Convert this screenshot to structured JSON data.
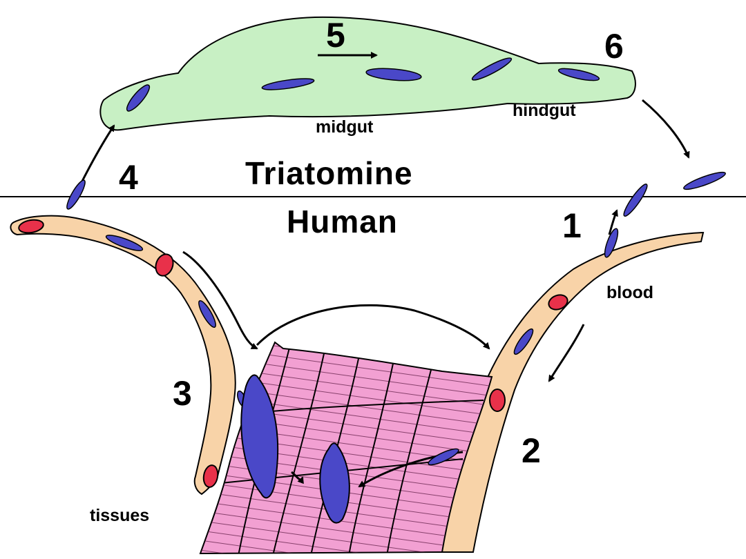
{
  "labels": {
    "triatomine": "Triatomine",
    "human": "Human",
    "midgut": "midgut",
    "hindgut": "hindgut",
    "blood": "blood",
    "tissues": "tissues"
  },
  "stages": [
    "1",
    "2",
    "3",
    "4",
    "5",
    "6"
  ],
  "colors": {
    "gut": "#c8f0c4",
    "vessel": "#f8d3a8",
    "muscle": "#f2a0d2",
    "parasite": "#4a48c8",
    "blood_cell": "#e8314a",
    "outline": "#000000"
  }
}
